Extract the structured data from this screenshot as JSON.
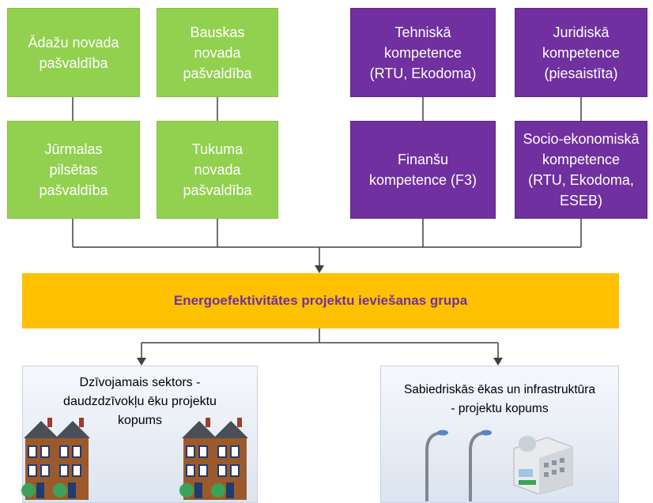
{
  "municipalities": [
    {
      "id": "adazu",
      "lines": [
        "Ādažu novada",
        "pašvaldība"
      ]
    },
    {
      "id": "bauskas",
      "lines": [
        "Bauskas",
        "novada",
        "pašvaldība"
      ]
    },
    {
      "id": "jurmalas",
      "lines": [
        "Jūrmalas",
        "pilsētas",
        "pašvaldība"
      ]
    },
    {
      "id": "tukuma",
      "lines": [
        "Tukuma",
        "novada",
        "pašvaldība"
      ]
    }
  ],
  "competences": [
    {
      "id": "tech",
      "lines": [
        "Tehniskā",
        "kompetence",
        "(RTU, Ekodoma)"
      ]
    },
    {
      "id": "jur",
      "lines": [
        "Juridiskā",
        "kompetence",
        "(piesaistīta)"
      ]
    },
    {
      "id": "fin",
      "lines": [
        "Finanšu",
        "kompetence (F3)"
      ]
    },
    {
      "id": "socio",
      "lines": [
        "Socio-ekonomiskā",
        "kompetence",
        "(RTU, Ekodoma,",
        "ESEB)"
      ]
    }
  ],
  "main_group": "Energoefektivitātes projektu ieviešanas grupa",
  "residential": {
    "lines": [
      "Dzīvojamais sektors -",
      "daudzdzīvokļu ēku projektu",
      "kopums"
    ]
  },
  "public": {
    "lines": [
      "Sabiedriskās ēkas un infrastruktūra",
      "- projektu kopums"
    ]
  },
  "colors": {
    "municipality": "#92d050",
    "competence": "#7030a0",
    "main_bar": "#ffc000",
    "main_text": "#7030a0"
  },
  "icons": [
    "house-icon",
    "street-lamp-icon",
    "building-icon"
  ]
}
